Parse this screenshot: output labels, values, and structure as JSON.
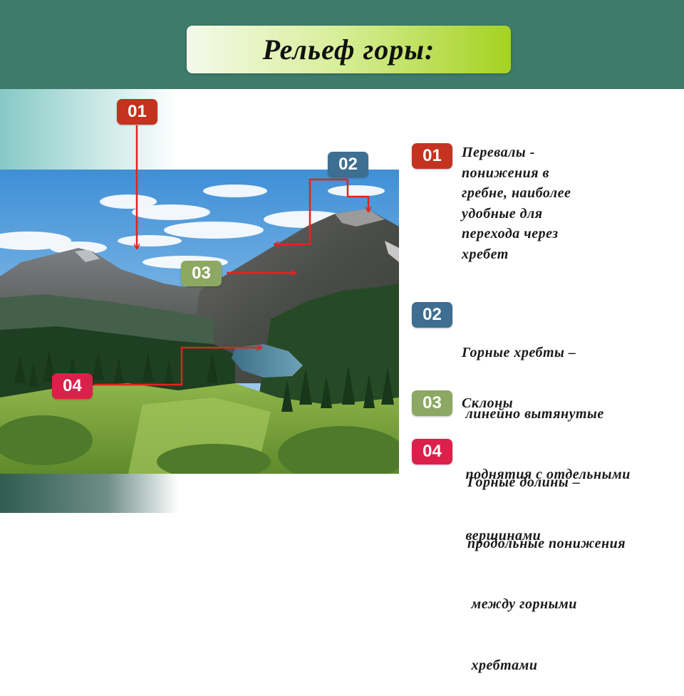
{
  "title": "Рельеф горы:",
  "colors": {
    "header": "#3e7b6b",
    "badge_01": "#c3331f",
    "badge_02": "#3e6e91",
    "badge_03": "#8ca862",
    "badge_04": "#dd1f4b",
    "arrow": "#e2231f"
  },
  "photo_badges": {
    "b01": "01",
    "b02": "02",
    "b03": "03",
    "b04": "04"
  },
  "legend": [
    {
      "number": "01",
      "lines": [
        "Перевалы -",
        "понижения в",
        "гребне, наиболее",
        "удобные для",
        "перехода через",
        "хребет"
      ]
    },
    {
      "number": "02",
      "lines": [
        "Горные хребты –",
        " линейно вытянутые",
        " поднятия с отдельными",
        " вершинами"
      ]
    },
    {
      "number": "03",
      "lines": [
        "Склоны"
      ]
    },
    {
      "number": "04",
      "lines": [
        "Горные долины –",
        "продольные понижения",
        " между горными",
        " хребтами"
      ]
    }
  ]
}
